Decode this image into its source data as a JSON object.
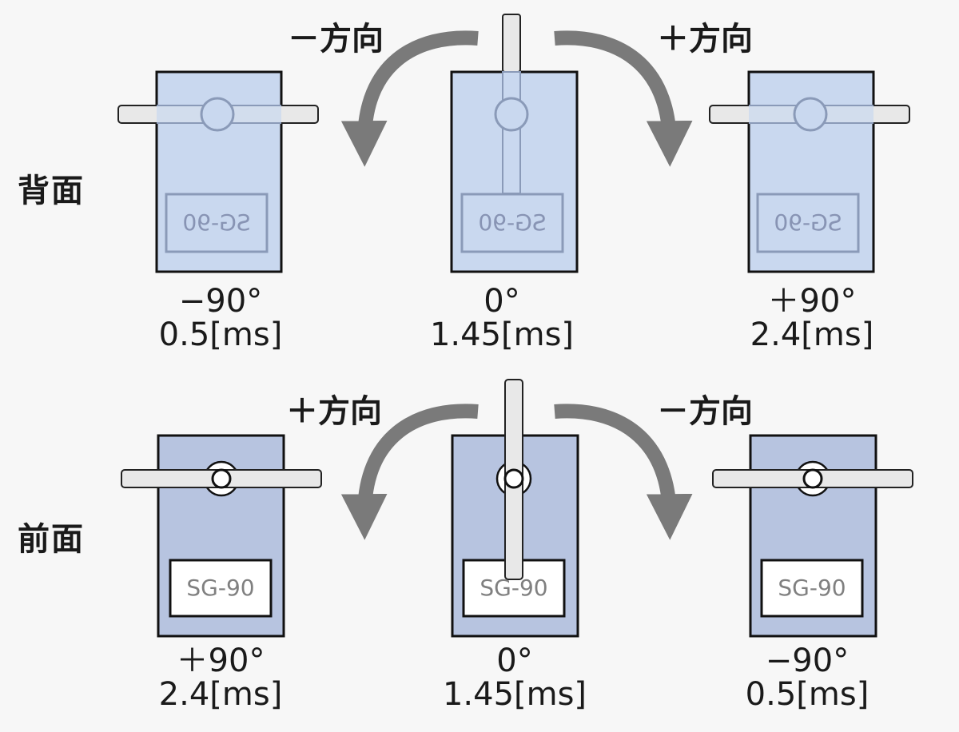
{
  "row_labels": {
    "back": "背面",
    "front": "前面"
  },
  "direction_labels": {
    "back_left": "－方向",
    "back_right": "＋方向",
    "front_left": "＋方向",
    "front_right": "－方向"
  },
  "model_label": "SG-90",
  "back": [
    {
      "angle": "−90°",
      "pulse": "0.5[ms]"
    },
    {
      "angle": "0°",
      "pulse": "1.45[ms]"
    },
    {
      "angle": "＋90°",
      "pulse": "2.4[ms]"
    }
  ],
  "front": [
    {
      "angle": "＋90°",
      "pulse": "2.4[ms]"
    },
    {
      "angle": "0°",
      "pulse": "1.45[ms]"
    },
    {
      "angle": "−90°",
      "pulse": "0.5[ms]"
    }
  ],
  "colors": {
    "back_body": "#c9d8ef",
    "back_line": "#8a9ab8",
    "front_body": "#b7c4e0",
    "arm": "#e8e8e8",
    "arrow": "#7a7a7a",
    "outline": "#111111"
  }
}
